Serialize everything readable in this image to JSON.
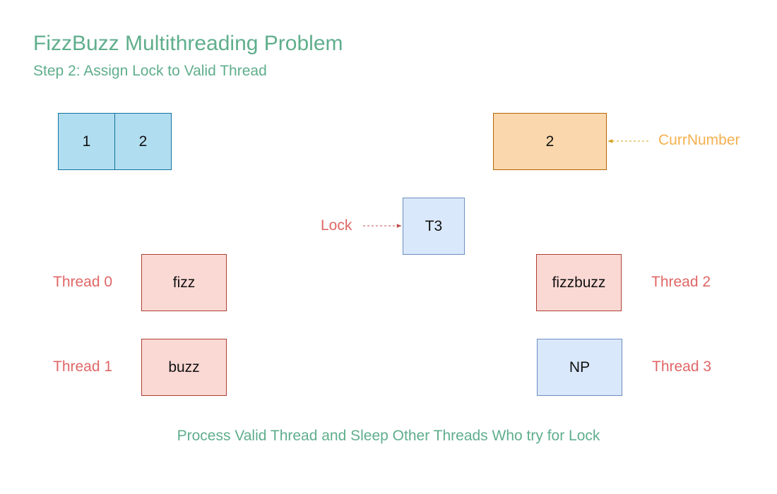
{
  "title": "FizzBuzz Multithreading Problem",
  "subtitle": "Step 2: Assign Lock to Valid Thread",
  "sequence": [
    "1",
    "2"
  ],
  "curr_number": {
    "value": "2",
    "label": "CurrNumber"
  },
  "lock": {
    "label": "Lock",
    "holder": "T3"
  },
  "threads": [
    {
      "label": "Thread 0",
      "name": "fizz"
    },
    {
      "label": "Thread 1",
      "name": "buzz"
    },
    {
      "label": "Thread 2",
      "name": "fizzbuzz"
    },
    {
      "label": "Thread 3",
      "name": "NP"
    }
  ],
  "footer": "Process Valid Thread and Sleep Other Threads Who try for Lock",
  "colors": {
    "heading": "#5fae8c",
    "thread_label": "#e06666",
    "curr_label": "#f5b04f",
    "lock_arrow": "#c0504d",
    "curr_arrow": "#d6a21e"
  }
}
